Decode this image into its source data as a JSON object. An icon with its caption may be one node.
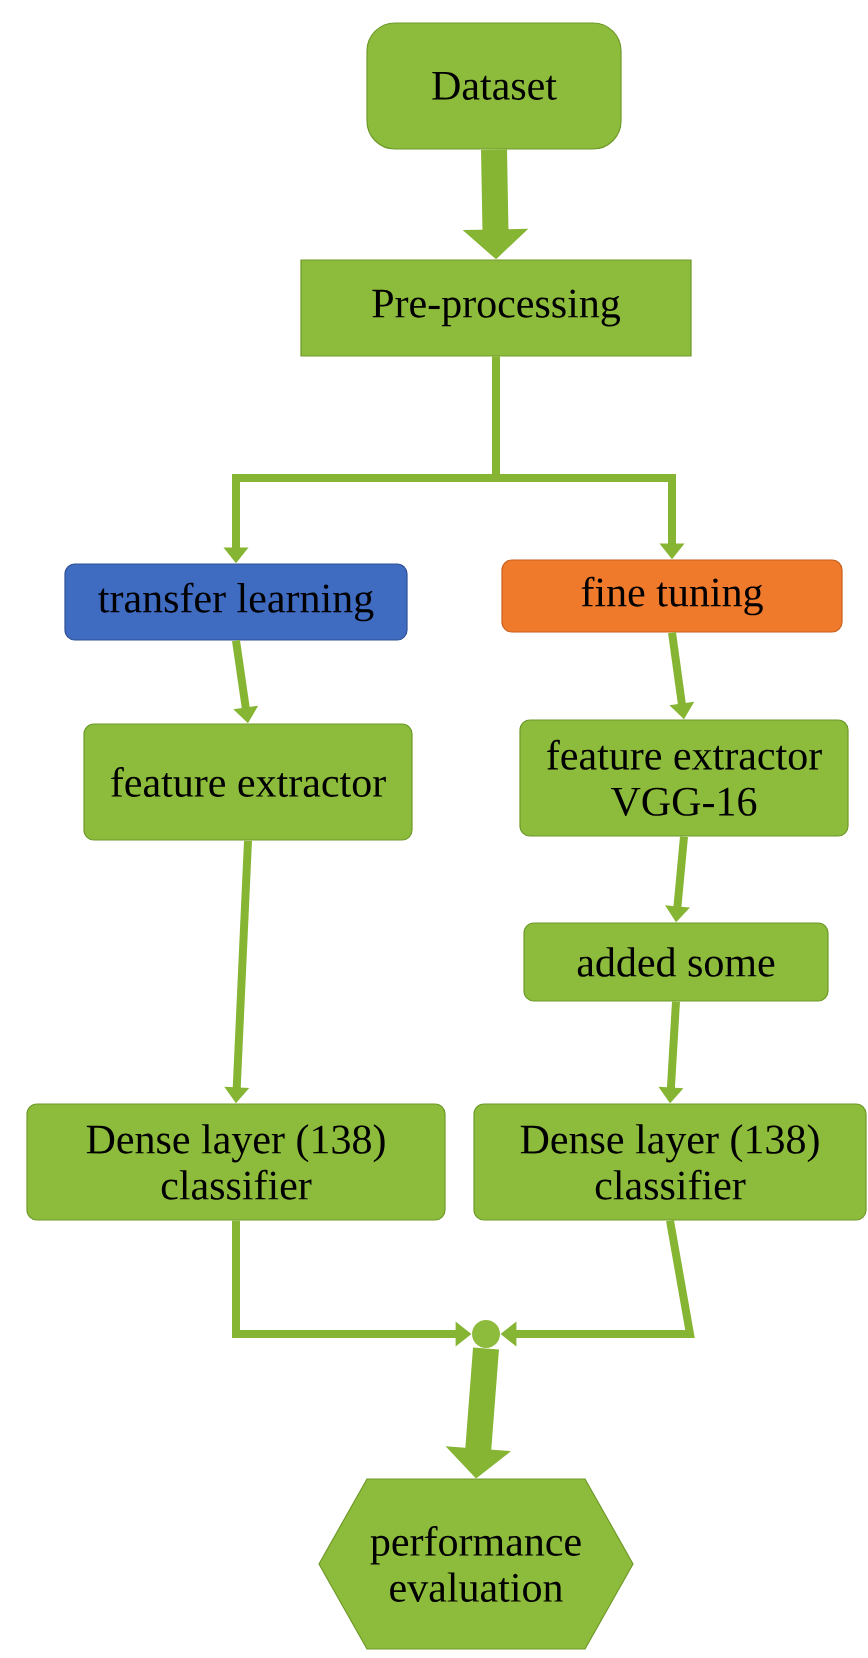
{
  "diagram": {
    "nodes": [
      {
        "text": [
          "Dataset"
        ]
      },
      {
        "text": [
          "Pre-processing"
        ]
      },
      {
        "text": [
          "transfer learning"
        ]
      },
      {
        "text": [
          "fine tuning"
        ]
      },
      {
        "text": [
          "feature extractor"
        ]
      },
      {
        "text": [
          "feature extractor VGG-16"
        ]
      },
      {
        "text": [
          "added some"
        ]
      },
      {
        "text": [
          "Dense layer (138) classifier"
        ]
      },
      {
        "text": [
          "Dense layer (138) classifier"
        ]
      },
      {
        "text": [],
        "shape": "circle"
      },
      {
        "text": [
          "performance evaluation"
        ]
      }
    ],
    "edges": [
      {
        "from": 0,
        "to": 1,
        "arrow": "to",
        "style": "thick"
      },
      {
        "from": 1,
        "to": 2,
        "arrow": "to"
      },
      {
        "from": 1,
        "to": 3,
        "arrow": "to"
      },
      {
        "from": 2,
        "to": 4,
        "arrow": "to"
      },
      {
        "from": 4,
        "to": 7,
        "arrow": "to"
      },
      {
        "from": 3,
        "to": 5,
        "arrow": "to"
      },
      {
        "from": 5,
        "to": 6,
        "arrow": "to"
      },
      {
        "from": 6,
        "to": 8,
        "arrow": "to"
      },
      {
        "from": 7,
        "to": 9,
        "arrow": "to"
      },
      {
        "from": 8,
        "to": 9,
        "arrow": "to"
      },
      {
        "from": 9,
        "to": 10,
        "arrow": "to",
        "style": "thick"
      }
    ]
  }
}
